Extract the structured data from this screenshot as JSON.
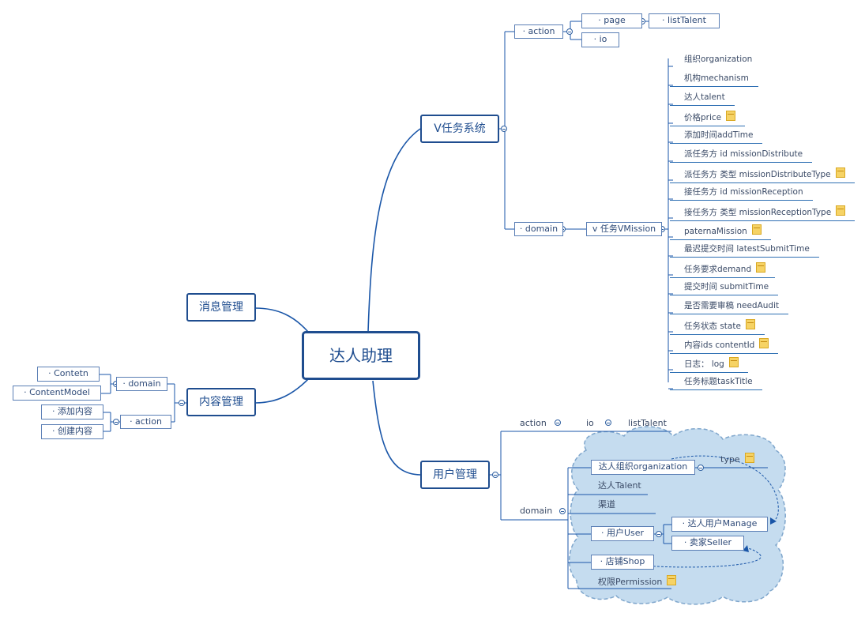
{
  "root": {
    "label": "达人助理"
  },
  "branches": {
    "task_system": {
      "label": "V任务系统",
      "action": {
        "label": "· action",
        "page": {
          "label": "· page",
          "child": "· listTalent"
        },
        "io": {
          "label": "· io"
        }
      },
      "domain": {
        "label": "· domain",
        "entity": "v 任务VMission",
        "fields": [
          {
            "label": "组织organization",
            "note": false
          },
          {
            "label": "机构mechanism",
            "note": false
          },
          {
            "label": "达人talent",
            "note": false
          },
          {
            "label": "价格price",
            "note": true
          },
          {
            "label": "添加时间addTime",
            "note": false
          },
          {
            "label": "派任务方 id  missionDistribute",
            "note": false
          },
          {
            "label": "派任务方 类型  missionDistributeType",
            "note": true
          },
          {
            "label": "接任务方 id   missionReception",
            "note": false
          },
          {
            "label": "接任务方 类型   missionReceptionType",
            "note": true
          },
          {
            "label": "paternaMission",
            "note": true
          },
          {
            "label": "最迟提交时间  latestSubmitTime",
            "note": false
          },
          {
            "label": "任务要求demand",
            "note": true
          },
          {
            "label": "提交时间 submitTime",
            "note": false
          },
          {
            "label": "是否需要审稿 needAudit",
            "note": false
          },
          {
            "label": "任务状态 state",
            "note": true
          },
          {
            "label": "内容ids contentId",
            "note": true
          },
          {
            "label": "日志：  log",
            "note": true
          },
          {
            "label": "任务标题taskTitle",
            "note": false
          }
        ]
      }
    },
    "message": {
      "label": "消息管理"
    },
    "content": {
      "label": "内容管理",
      "domain": {
        "label": "· domain",
        "children": [
          "· Contetn",
          "· ContentModel"
        ]
      },
      "action": {
        "label": "· action",
        "children": [
          "· 添加内容",
          "· 创建内容"
        ]
      }
    },
    "user": {
      "label": "用户管理",
      "action_row": {
        "action": "action",
        "io": "io",
        "list": "listTalent"
      },
      "domain": {
        "label": "domain",
        "org": "达人组织organization",
        "type": "type",
        "talent": "达人Talent",
        "channel": "渠道",
        "user": "· 用户User",
        "manage": "· 达人用户Manage",
        "seller": "· 卖家Seller",
        "shop": "· 店铺Shop",
        "permission": "权限Permission"
      }
    }
  },
  "colors": {
    "line": "#1a56a8",
    "box_border": "#5b7fb5",
    "cloud": "#c5dcef",
    "cloud_border": "#7fa6cc",
    "note": "#f6d365"
  }
}
